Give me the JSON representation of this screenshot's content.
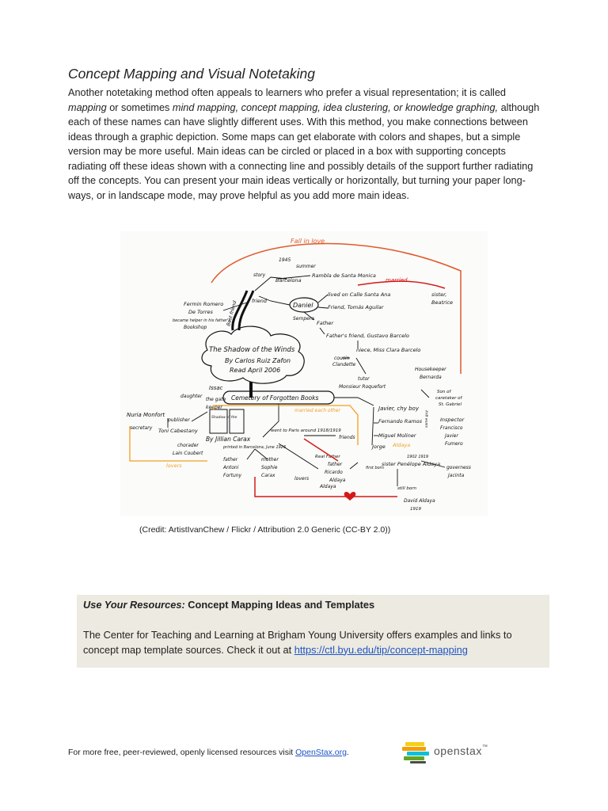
{
  "heading": "Concept Mapping and Visual Notetaking",
  "paragraph": {
    "p1": "Another notetaking method often appeals to learners who prefer a visual representation; it is called ",
    "em1": "mapping",
    "p2": " or sometimes ",
    "em2": "mind mapping, concept mapping, idea clustering, or knowledge graphing,",
    "p3": " although each of these names can have slightly different uses. With this method, you make connections between ideas through a graphic depiction. Some maps can get elaborate with colors and shapes, but a simple version may be more useful. Main ideas can be circled or placed in a box with supporting concepts radiating off these ideas shown with a connecting line and possibly details of the support further radiating off the concepts. You can present your main ideas vertically or horizontally, but turning your paper long-ways, or in landscape mode, may prove helpful as you add more main ideas."
  },
  "map": {
    "title_line1": "The Shadow of the Winds",
    "title_line2": "By Carlos Ruiz Zafon",
    "title_line3": "Read April 2006",
    "cemetery": "Cemetery of Forgotten Books",
    "daniel": "Daniel",
    "fall_in_love": "Fall in love",
    "married": "married",
    "married_each_other": "married each other",
    "lovers_bottom": "lovers",
    "lovers_mid": "lovers",
    "nodes": {
      "n1945": "1945",
      "summer": "summer",
      "story": "story",
      "barcelona": "Barcelona",
      "rambla": "Rambla de Santa Monica",
      "lived": "lived on Calle Santa Ana",
      "friend_tomas": "Friend, Tomás Aguilar",
      "sister": "sister,",
      "beatrice": "Beatrice",
      "sempere": "Sempere",
      "father": "Father",
      "fathers_friend": "Father's friend, Gustavo Barcelo",
      "niece": "niece, Miss Clara Barcelo",
      "cousin": "cousin",
      "clandette": "Clandette",
      "tutor": "tutor",
      "monsieur": "Monsieur Roquefort",
      "housekeeper": "Housekeeper",
      "bernarda": "Bernarda",
      "fermin1": "Fermin Romero",
      "fermin2": "De Torres",
      "friend": "friend",
      "bookshop1": "became helper in his father's",
      "bookshop2": "Bookshop",
      "best_friend": "Best friend",
      "issac": "Issac",
      "daughter": "daughter",
      "the_gate": "the gate",
      "keeper": "keeper",
      "nuria": "Nuria Monfort",
      "publisher": "publisher",
      "secretary": "secretary",
      "toni": "Toni Cabestany",
      "chorader1": "chorader",
      "chorader2": "Lain Coubert",
      "shadow_of": "Shadow of the",
      "jillian": "By Jillian Carax",
      "printed": "printed in Barcelona, June 1926",
      "went_paris": "went to Paris around 1918/1919",
      "friends": "friends",
      "real_father": "Real Father",
      "javier": "Javier, chy boy",
      "fernando": "Fernando Ramos",
      "miguel": "Miguel Moliner",
      "jorge": "Jorge",
      "aldaya": "Aldaya",
      "son_of1": "Son of",
      "son_of2": "caretaker of",
      "son_of3": "St. Gabriel",
      "inspector": "Inspector",
      "francisco": "Francisco",
      "javier_f": "Javier",
      "fumero": "Fumero",
      "same_guy": "same guy",
      "father_ricardo1": "father",
      "father_ricardo2": "Ricardo",
      "father_ricardo3": "Aldaya",
      "first_born": "first born",
      "sister_penelope": "sister Penélope Aldaya",
      "penelope_date": "1902 1919",
      "governess1": "governess",
      "governess2": "Jacinta",
      "still_born": "still born",
      "david1": "David Aldaya",
      "david2": "1919",
      "mother1": "mother",
      "mother2": "Sophie",
      "mother3": "Carax",
      "father_a1": "father",
      "father_a2": "Antoni",
      "father_a3": "Fortuny",
      "aldaya_bottom": "Aldaya"
    }
  },
  "credit": "(Credit: ArtistIvanChew / Flickr / Attribution 2.0 Generic (CC-BY 2.0))",
  "resource": {
    "title_em": "Use Your Resources:",
    "title_rest": " Concept Mapping Ideas and Templates",
    "body": "The Center for Teaching and Learning at Brigham Young University offers examples and links to concept map template sources.  Check it out at ",
    "link": "https://ctl.byu.edu/tip/concept-mapping"
  },
  "footer": {
    "text": "For more free, peer-reviewed, openly licensed resources visit ",
    "link": "OpenStax.org",
    "period": "."
  },
  "logo": {
    "text": "openstax",
    "tm": "™",
    "colors": [
      "#f4d019",
      "#f79e02",
      "#0dc0dc",
      "#63a524",
      "#4b4b4b"
    ]
  },
  "colors": {
    "ink": "#1a1a1a",
    "red": "#d9261c",
    "orange": "#f0a021",
    "accent_red": "#d31a18"
  }
}
